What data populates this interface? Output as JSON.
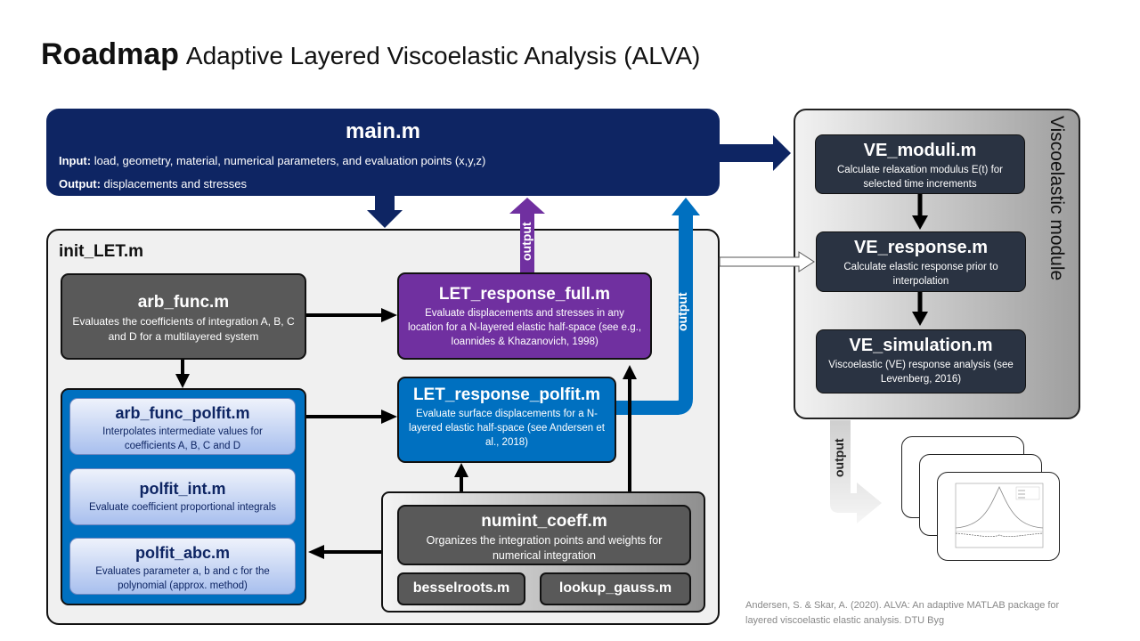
{
  "title": {
    "bold": "Roadmap",
    "rest": "Adaptive Layered Viscoelastic Analysis (ALVA)"
  },
  "main": {
    "name": "main.m",
    "input_label": "Input:",
    "input_text": "load, geometry, material, numerical parameters, and evaluation points (x,y,z)",
    "output_label": "Output:",
    "output_text": "displacements and stresses"
  },
  "init_let": {
    "label": "init_LET.m"
  },
  "arb_func": {
    "name": "arb_func.m",
    "desc": "Evaluates the coefficients of integration A, B, C and D for a multilayered system"
  },
  "arb_func_polfit": {
    "name": "arb_func_polfit.m",
    "desc": "Interpolates intermediate values for coefficients A, B, C and D"
  },
  "polfit_int": {
    "name": "polfit_int.m",
    "desc": "Evaluate coefficient proportional integrals"
  },
  "polfit_abc": {
    "name": "polfit_abc.m",
    "desc": "Evaluates parameter a, b and c for the polynomial (approx. method)"
  },
  "let_full": {
    "name": "LET_response_full.m",
    "desc": "Evaluate displacements and stresses in any location for a N-layered elastic half-space (see e.g., Ioannides & Khazanovich, 1998)"
  },
  "let_polfit": {
    "name": "LET_response_polfit.m",
    "desc": "Evaluate surface displacements for a N-layered elastic half-space (see Andersen et al., 2018)"
  },
  "numint": {
    "name": "numint_coeff.m",
    "desc": "Organizes the integration points and weights for numerical integration"
  },
  "besselroots": {
    "name": "besselroots.m"
  },
  "lookup_gauss": {
    "name": "lookup_gauss.m"
  },
  "ve_module": {
    "label": "Viscoelastic module"
  },
  "ve_moduli": {
    "name": "VE_moduli.m",
    "desc": "Calculate relaxation modulus E(t) for selected time increments"
  },
  "ve_response": {
    "name": "VE_response.m",
    "desc": "Calculate elastic response prior to interpolation"
  },
  "ve_simulation": {
    "name": "VE_simulation.m",
    "desc": "Viscoelastic (VE) response analysis (see Levenberg, 2016)"
  },
  "arrows": {
    "output_purple": "output",
    "output_blue": "output",
    "output_gray": "output"
  },
  "reference": {
    "line1": "Andersen, S. & Skar, A. (2020). ALVA: An adaptive MATLAB package for",
    "line2": "layered viscoelastic elastic analysis. DTU Byg"
  },
  "colors": {
    "navy": "#0e2563",
    "purple": "#7030a0",
    "blue": "#0070c0",
    "dark_gray": "#595959",
    "ve_box": "#2a3342"
  }
}
